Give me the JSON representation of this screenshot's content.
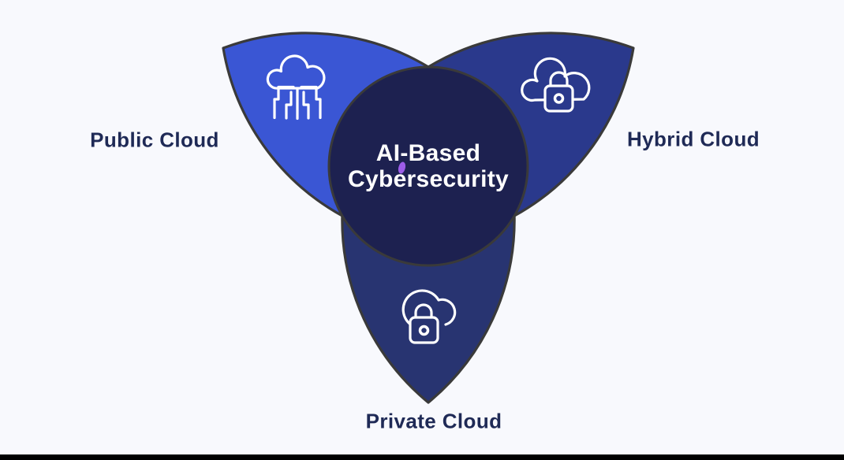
{
  "theme": {
    "background": "#f8f9fd",
    "outline": "#3a3a3a",
    "label_color": "#1f2a56",
    "center_text_color": "#ffffff",
    "icon_stroke": "#ffffff",
    "bottom_bar": "#000000"
  },
  "diagram": {
    "title": {
      "line1": "AI-Based",
      "line2": "Cybersecurity"
    },
    "center": {
      "fill": "#1d2150",
      "accent_dot_color": "#9c5ce8"
    },
    "petals": [
      {
        "id": "public-cloud",
        "label": "Public Cloud",
        "fill": "#3a56d4",
        "icon": "cloud-circuit-icon",
        "position": "left"
      },
      {
        "id": "hybrid-cloud",
        "label": "Hybrid Cloud",
        "fill": "#2a398c",
        "icon": "cloud-lock-icon",
        "position": "right"
      },
      {
        "id": "private-cloud",
        "label": "Private Cloud",
        "fill": "#283471",
        "icon": "cloud-lock-icon",
        "position": "bottom"
      }
    ]
  }
}
